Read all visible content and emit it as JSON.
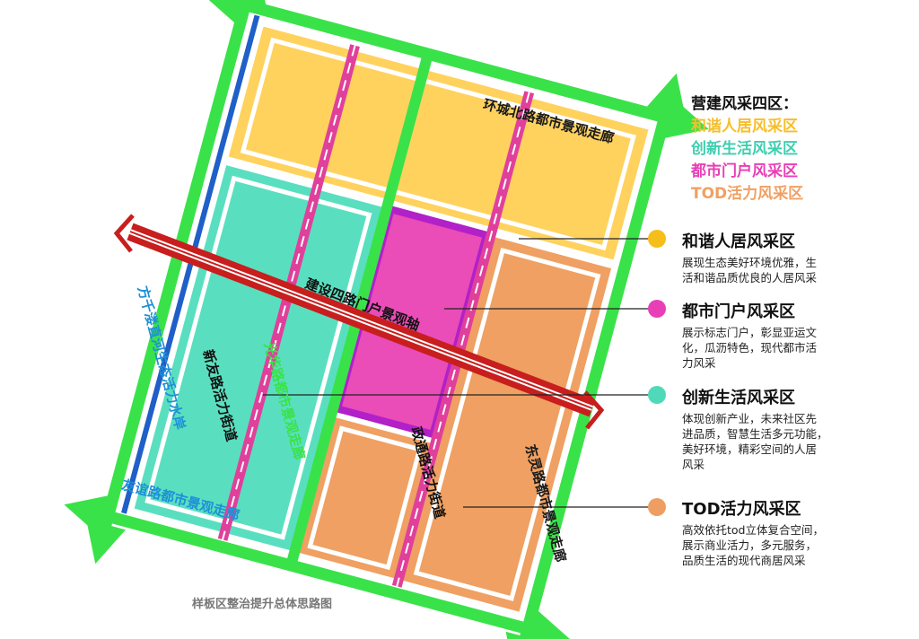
{
  "legend": {
    "heading": "营建风采四区：",
    "items": [
      {
        "label": "和谐人居风采区",
        "color": "#F7BE2B"
      },
      {
        "label": "创新生活风采区",
        "color": "#3FCEB0"
      },
      {
        "label": "都市门户风采区",
        "color": "#E83FB7"
      },
      {
        "label": "TOD活力风采区",
        "color": "#F0A064"
      }
    ]
  },
  "zones": [
    {
      "title": "和谐人居风采区",
      "color": "#F5BE1A",
      "desc": [
        "展现生态美好环境优雅，生",
        "活和谐品质优良的人居风采"
      ]
    },
    {
      "title": "都市门户风采区",
      "color": "#E83FB7",
      "desc": [
        "展示标志门户，彰显亚运文",
        "化，瓜沥特色，现代都市活",
        "力风采"
      ]
    },
    {
      "title": "创新生活风采区",
      "color": "#4FD9B9",
      "desc": [
        "体现创新产业，未来社区先",
        "进品质，智慧生活多元功能，",
        "美好环境，精彩空间的人居",
        "风采"
      ]
    },
    {
      "title": "TOD活力风采区",
      "color": "#EE9E62",
      "desc": [
        "高效依托tod立体复合空间，",
        "展示商业活力，多元服务，",
        "品质生活的现代商居风采"
      ]
    }
  ],
  "map_labels": {
    "north_corridor": "环城北路都市景观走廊",
    "west_river": "方千溇直河生态活力水岸",
    "south_corridor": "友谊路都市景观走廊",
    "east_corridor": "东灵路都市景观走廊",
    "guanghua": "光华路都市景观走廊",
    "xinyou": "新友路活力街道",
    "zhengtong": "政通路活力街道",
    "axis": "建设四路门户景观轴"
  },
  "colors": {
    "road_green": "#3AE24A",
    "residential": "#FFD25E",
    "innovation": "#59DFBF",
    "gateway": "#EA4CB8",
    "gateway_border": "#B220C8",
    "tod": "#EFA062",
    "axis_red": "#C81E1E",
    "water_blue": "#1F5FC8",
    "street_pink": "#E0409B"
  },
  "caption": "样板区整治提升总体思路图"
}
